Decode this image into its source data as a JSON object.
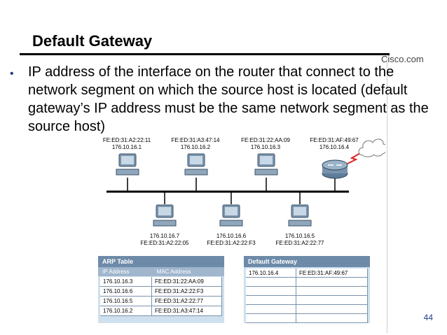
{
  "slide": {
    "title": "Default Gateway",
    "brand": "Cisco.com",
    "bullet": "IP address of the interface on the router that connect to the network segment on which the source host is located (default gateway’s IP address must be the same network segment as the source host)",
    "page_number": "44"
  },
  "diagram": {
    "top_hosts": [
      {
        "mac": "FE:ED:31:A2:22:11",
        "ip": "176.10.16.1"
      },
      {
        "mac": "FE:ED:31:A3:47:14",
        "ip": "176.10.16.2"
      },
      {
        "mac": "FE:ED:31:22:AA:09",
        "ip": "176.10.16.3"
      }
    ],
    "router": {
      "mac": "FE:ED:31:AF:49:67",
      "ip": "176.10.16.4"
    },
    "bottom_hosts": [
      {
        "ip": "176.10.16.7",
        "mac": "FE:ED:31:A2:22:05"
      },
      {
        "ip": "176.10.16.6",
        "mac": "FE:ED:31:A2:22:F3"
      },
      {
        "ip": "176.10.16.5",
        "mac": "FE:ED:31:A2:22:77"
      }
    ]
  },
  "arp_table": {
    "title": "ARP Table",
    "headers": [
      "IP Address",
      "MAC Address"
    ],
    "rows": [
      [
        "176.10.16.3",
        "FE:ED:31:22:AA:09"
      ],
      [
        "176.10.16.6",
        "FE:ED:31:A2:22:F3"
      ],
      [
        "176.10.16.5",
        "FE:ED:31:A2:22:77"
      ],
      [
        "176.10.16.2",
        "FE:ED:31:A3:47:14"
      ]
    ]
  },
  "gateway_table": {
    "title": "Default Gateway",
    "rows": [
      [
        "176.10.16.4",
        "FE:ED:31:AF:49:67"
      ],
      [
        "",
        ""
      ],
      [
        "",
        ""
      ],
      [
        "",
        ""
      ],
      [
        "",
        ""
      ],
      [
        "",
        ""
      ]
    ]
  }
}
